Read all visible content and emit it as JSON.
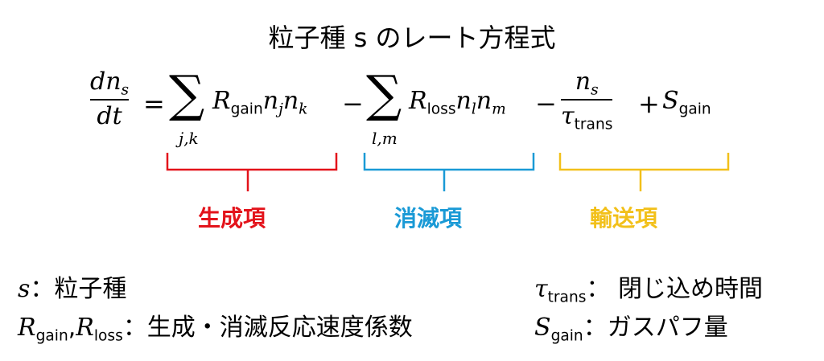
{
  "title": "粒子種 s のレート方程式",
  "equation": {
    "lhs_num": "dn",
    "lhs_num_sub": "s",
    "lhs_den": "dt",
    "equals": "=",
    "sum1_sub": "j,k",
    "R_gain": "R",
    "gain": "gain",
    "n_j": "n",
    "j": "j",
    "n_k": "n",
    "k": "k",
    "minus1": "−",
    "sum2_sub": "l,m",
    "R_loss": "R",
    "loss": "loss",
    "n_l": "n",
    "l": "l",
    "n_m": "n",
    "m": "m",
    "minus2": "−",
    "frac2_num": "n",
    "frac2_num_sub": "s",
    "frac2_den": "τ",
    "frac2_den_sub": "trans",
    "plus": "+",
    "S_gain": "S",
    "S_sub": "gain"
  },
  "terms": [
    {
      "label": "生成項",
      "color": "#e3131b"
    },
    {
      "label": "消滅項",
      "color": "#1a9ad6"
    },
    {
      "label": "輸送項",
      "color": "#f2c01a"
    }
  ],
  "definitions": {
    "s_symbol": "s",
    "s_desc": "：粒子種",
    "R1": "R",
    "R1_sub": "gain",
    "comma": ",",
    "R2": "R",
    "R2_sub": "loss",
    "R_desc": "：生成・消滅反応速度係数",
    "tau": "τ",
    "tau_sub": "trans",
    "tau_desc": "：  閉じ込め時間",
    "S": "S",
    "S_sub": "gain",
    "S_desc": "：ガスパフ量"
  }
}
